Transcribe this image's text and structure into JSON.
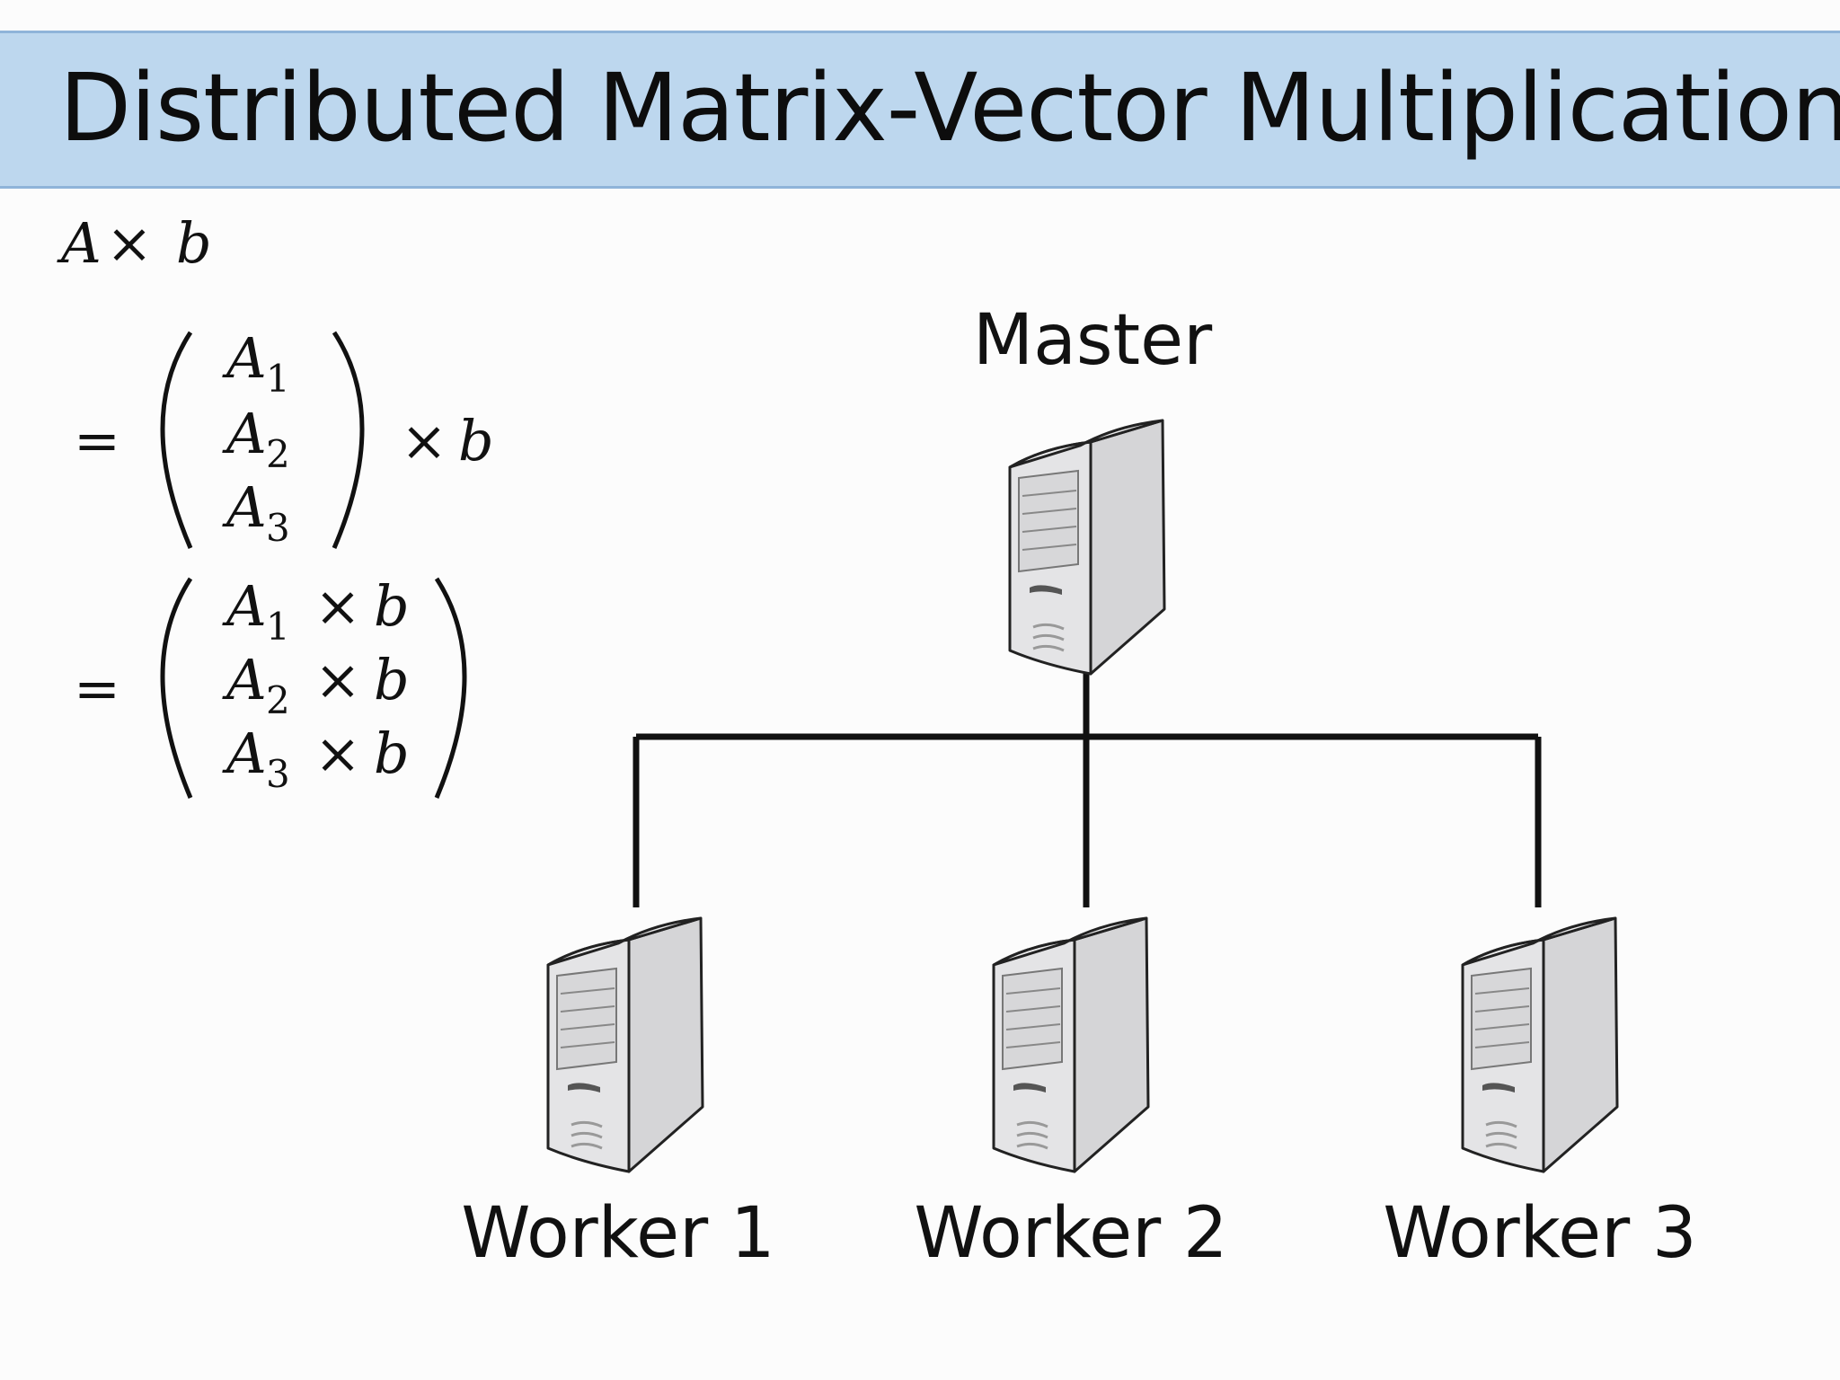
{
  "title": "Distributed Matrix-Vector Multiplication",
  "equation": {
    "line1": {
      "lhs_A": "A",
      "times": "×",
      "b": "b"
    },
    "line2": {
      "equals": "=",
      "rows": [
        {
          "var": "A",
          "sub": "1"
        },
        {
          "var": "A",
          "sub": "2"
        },
        {
          "var": "A",
          "sub": "3"
        }
      ],
      "suffix_times": "×",
      "suffix_b": "b"
    },
    "line3": {
      "equals": "=",
      "rows": [
        {
          "var": "A",
          "sub": "1",
          "times": "×",
          "b": "b"
        },
        {
          "var": "A",
          "sub": "2",
          "times": "×",
          "b": "b"
        },
        {
          "var": "A",
          "sub": "3",
          "times": "×",
          "b": "b"
        }
      ]
    }
  },
  "diagram": {
    "master_label": "Master",
    "workers": [
      {
        "label": "Worker 1"
      },
      {
        "label": "Worker 2"
      },
      {
        "label": "Worker 3"
      }
    ],
    "server_icon": "server-tower-icon",
    "colors": {
      "title_bar": "#bdd7ee",
      "server_front": "#e2e2e4",
      "server_side": "#d2d2d4",
      "connector": "#111111"
    }
  }
}
